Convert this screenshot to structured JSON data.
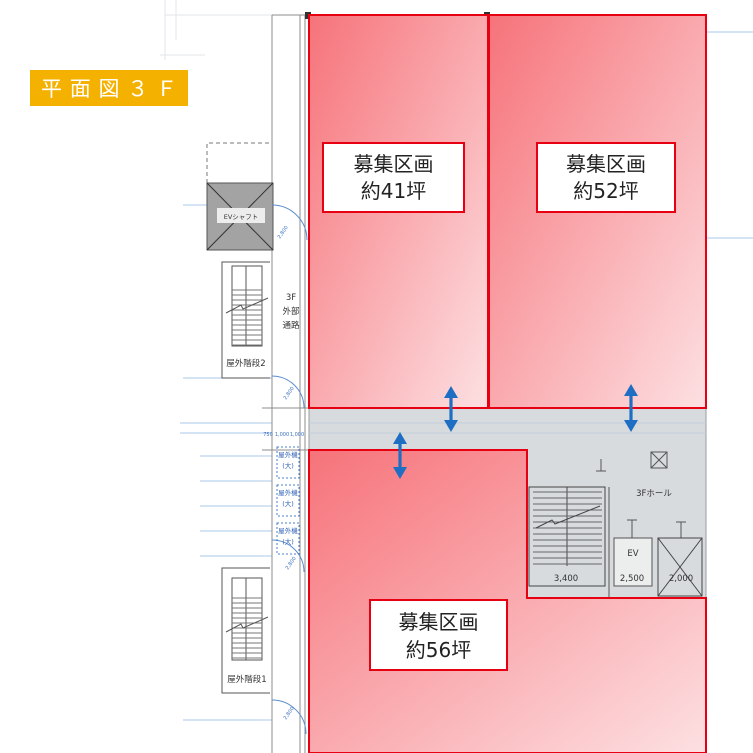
{
  "title": "平面図３Ｆ",
  "colors": {
    "title_bg": "#f5b100",
    "title_text": "#ffffff",
    "section_fill_top": "#f6737a",
    "section_fill_bottom": "#fde0e2",
    "section_border": "#e60012",
    "label_border": "#e60012",
    "common_area": "#d7dbde",
    "arrow": "#1e6fc3"
  },
  "sections": [
    {
      "label": "募集区画",
      "area": "約41坪"
    },
    {
      "label": "募集区画",
      "area": "約52坪"
    },
    {
      "label": "募集区画",
      "area": "約56坪"
    }
  ],
  "plan_labels": {
    "ev_shaft": "EVシャフト",
    "outdoor_stairs_2": "屋外階段2",
    "outdoor_stairs_1": "屋外階段1",
    "external_corridor": [
      "3F",
      "外部",
      "通路"
    ],
    "hall": "3Fホール",
    "elevator": "EV",
    "outdoor_units": [
      [
        "屋外機",
        "(大)"
      ],
      [
        "屋外機",
        "(大)"
      ],
      [
        "屋外機",
        "(大)"
      ]
    ]
  },
  "dimensions": {
    "stairs": "3,400",
    "elevator": "2,500",
    "shaft": "2,000",
    "door_swings": [
      "2,800",
      "2,800",
      "2,800",
      "2,800"
    ],
    "corridor": [
      "750",
      "1,000",
      "1,000"
    ]
  }
}
